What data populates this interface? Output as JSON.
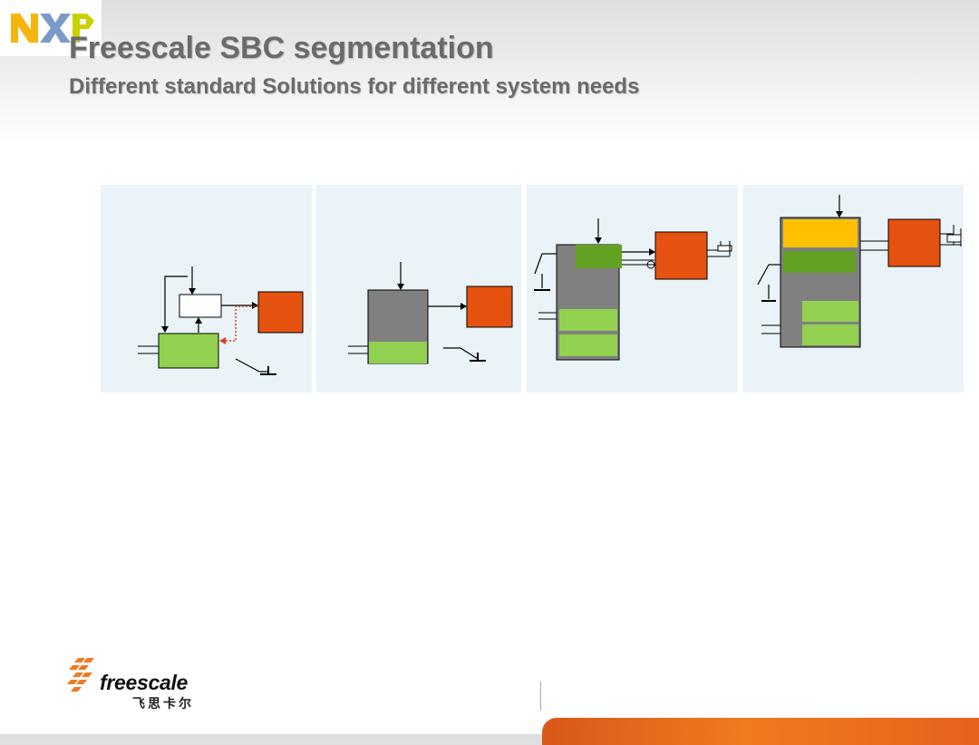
{
  "header": {
    "title": "Freescale SBC segmentation",
    "subtitle": "Different standard Solutions for different system needs"
  },
  "logos": {
    "nxp": "NXP",
    "brand": "freescale",
    "brand_chinese": "飞思卡尔"
  },
  "colors": {
    "panel_bg": "#e9f3f8",
    "green_light": "#92d050",
    "green_dark": "#62a121",
    "orange": "#e65310",
    "yellow": "#ffc000",
    "gray_block": "#808080",
    "footer_orange": "#f07a1e"
  }
}
